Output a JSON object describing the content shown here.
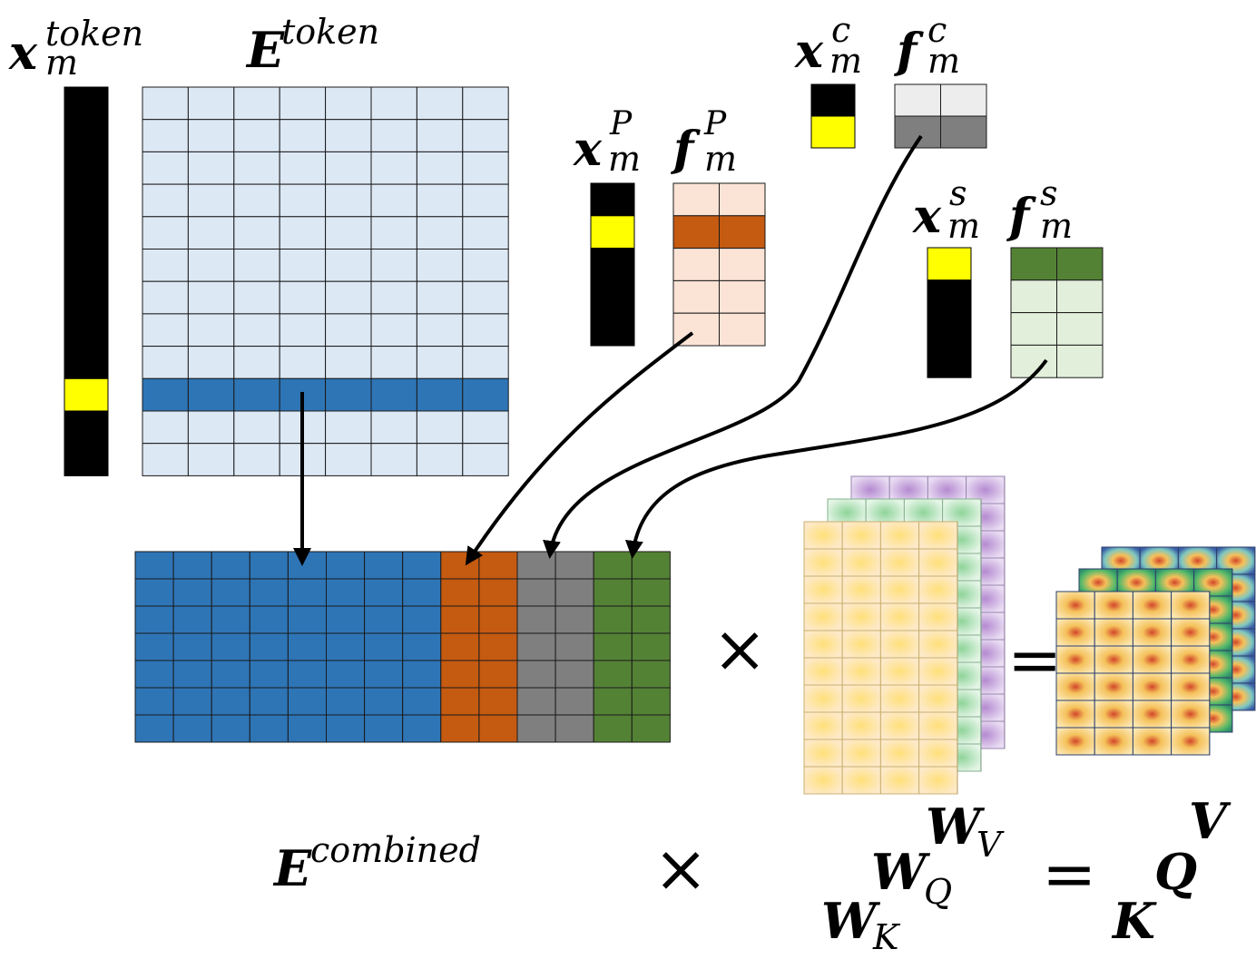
{
  "labels": {
    "x_token": {
      "base": "x",
      "sub": "m",
      "sup": "token"
    },
    "E_token": {
      "base": "E",
      "sup": "token"
    },
    "x_P": {
      "base": "x",
      "sub": "m",
      "sup": "P"
    },
    "f_P": {
      "base": "f",
      "sub": "m",
      "sup": "P"
    },
    "x_c": {
      "base": "x",
      "sub": "m",
      "sup": "c"
    },
    "f_c": {
      "base": "f",
      "sub": "m",
      "sup": "c"
    },
    "x_s": {
      "base": "x",
      "sub": "m",
      "sup": "s"
    },
    "f_s": {
      "base": "f",
      "sub": "m",
      "sup": "s"
    },
    "E_combined": {
      "base": "E",
      "sup": "combined"
    },
    "W_V": {
      "base": "W",
      "sub": "V"
    },
    "W_Q": {
      "base": "W",
      "sub": "Q"
    },
    "W_K": {
      "base": "W",
      "sub": "K"
    },
    "V": "V",
    "Q": "Q",
    "K": "K"
  },
  "operators": {
    "times": "×",
    "equals": "="
  },
  "colors": {
    "black": "#000000",
    "highlight_yellow": "#ffff00",
    "token_fill": "#dde8f5",
    "token_row": "#2e75b6",
    "pos_fill": "#fbe3d6",
    "pos_row": "#c55a11",
    "c_light": "#ededed",
    "c_dark": "#7f7f7f",
    "s_light": "#e2efda",
    "s_dark": "#548235"
  },
  "vectors": {
    "x_token_hot_index": 9,
    "x_P_hot_index": 1,
    "x_c_hot_index": 1,
    "x_s_hot_index": 0
  }
}
